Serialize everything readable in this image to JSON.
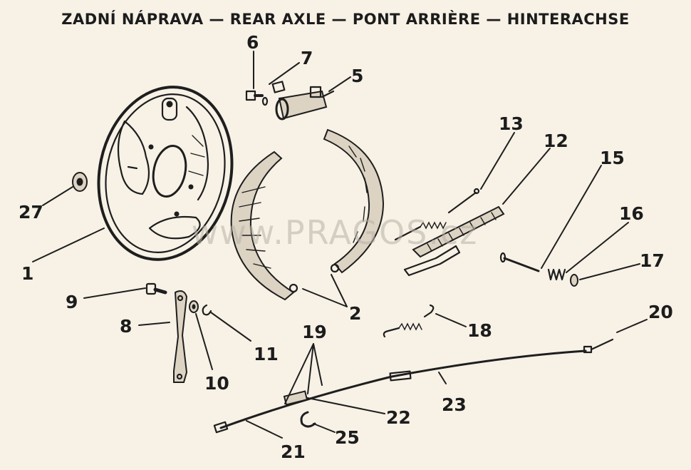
{
  "title": "ZADNÍ NÁPRAVA — REAR AXLE — PONT ARRIÈRE — HINTERACHSE",
  "watermark": "www.PRAGOS.cz",
  "labels": {
    "p1": "1",
    "p2": "2",
    "p5": "5",
    "p6": "6",
    "p7": "7",
    "p8": "8",
    "p9": "9",
    "p10": "10",
    "p11": "11",
    "p12": "12",
    "p13": "13",
    "p15": "15",
    "p16": "16",
    "p17": "17",
    "p18": "18",
    "p19": "19",
    "p20": "20",
    "p21": "21",
    "p22": "22",
    "p23": "23",
    "p25": "25",
    "p27": "27"
  },
  "colors": {
    "paper": "#f7f1e6",
    "ink": "#1e1e1e",
    "watermark": "#b9b2a6"
  }
}
